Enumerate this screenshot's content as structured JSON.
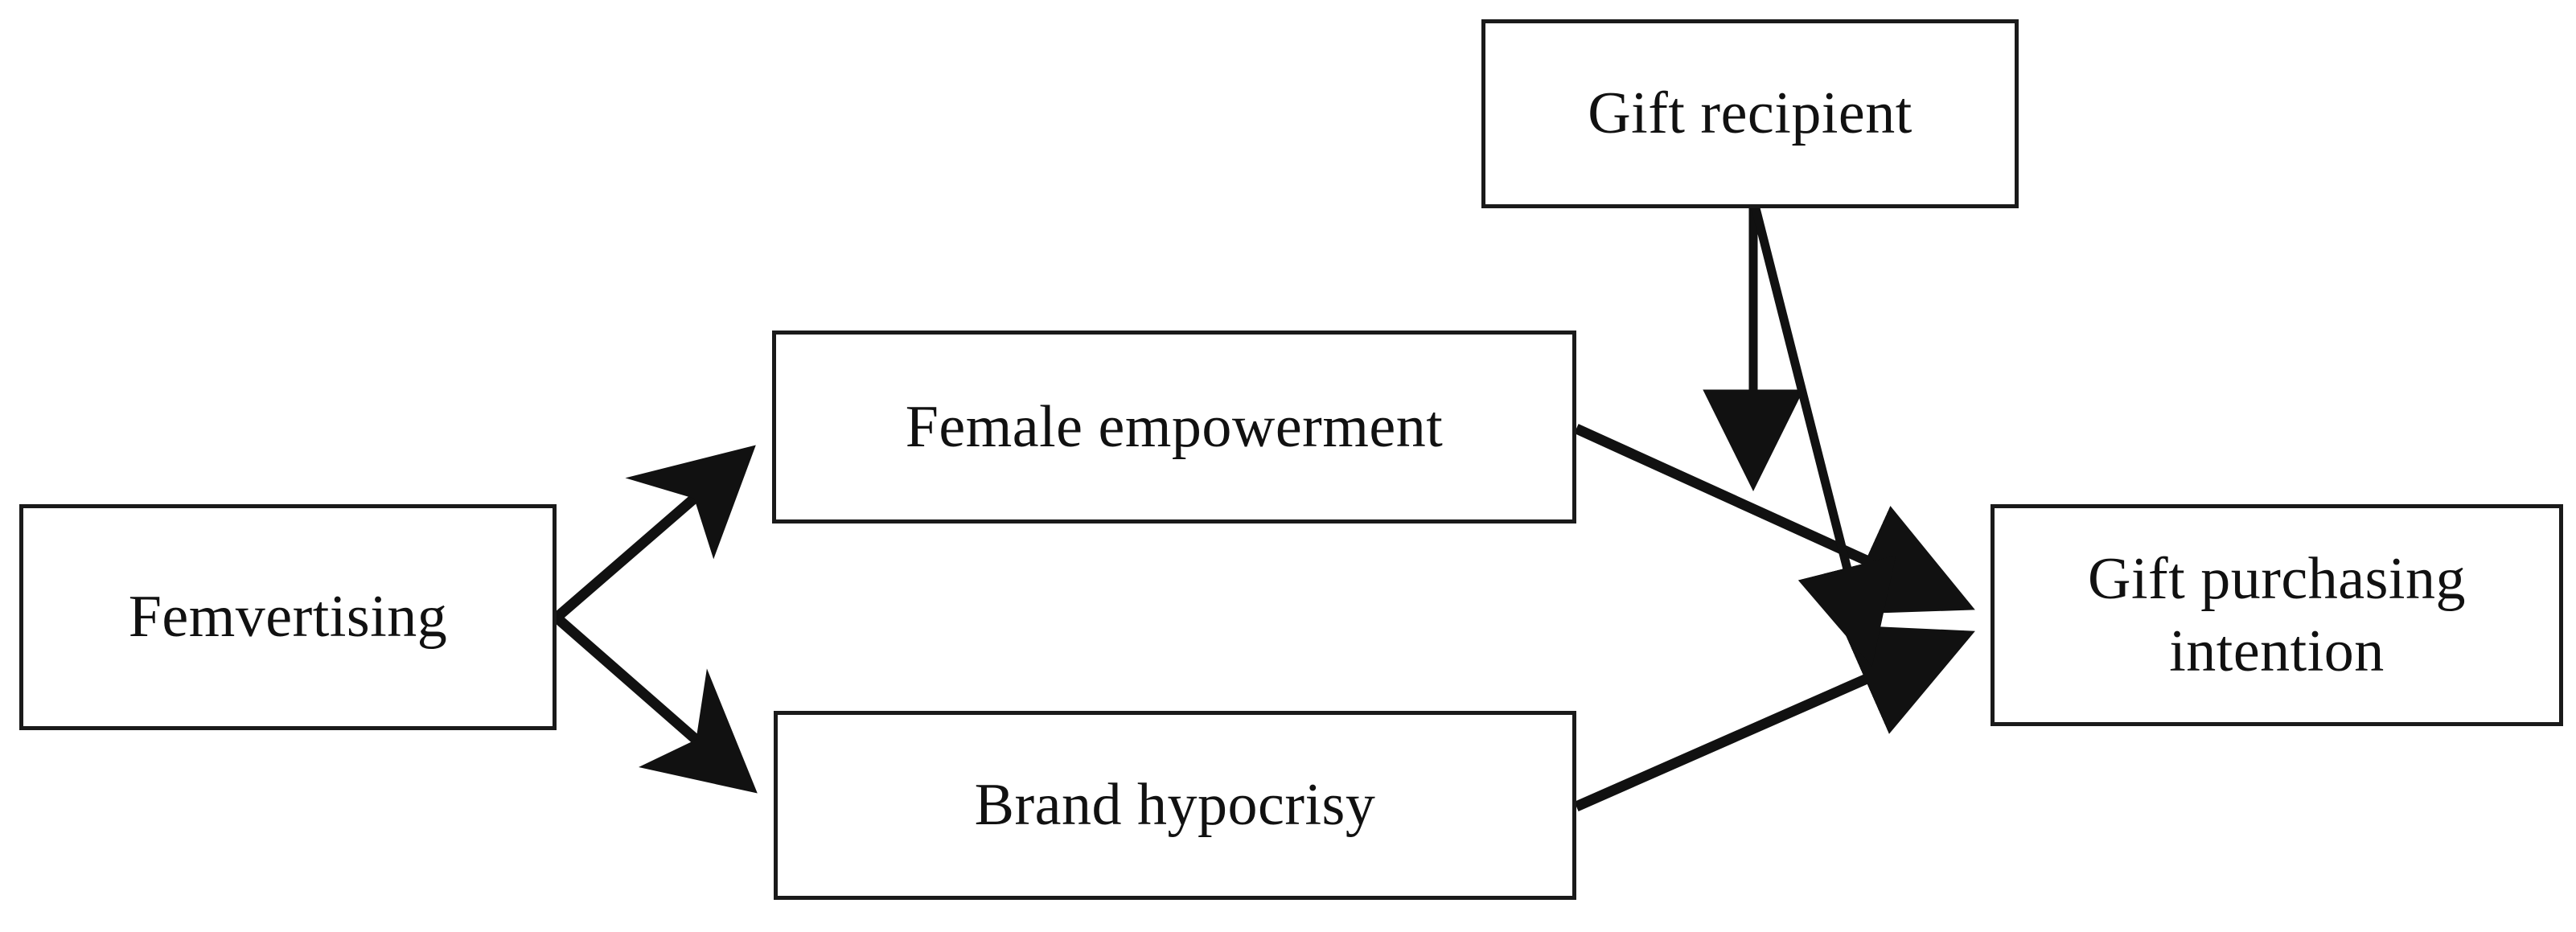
{
  "diagram": {
    "type": "conceptual-research-model",
    "background_color": "#ffffff",
    "line_color": "#111111",
    "nodes": [
      {
        "id": "femvertising",
        "label": "Femvertising"
      },
      {
        "id": "female_empowerment",
        "label": "Female empowerment"
      },
      {
        "id": "brand_hypocrisy",
        "label": "Brand hypocrisy"
      },
      {
        "id": "gift_recipient",
        "label": "Gift recipient"
      },
      {
        "id": "gift_purchasing_intention",
        "label": "Gift purchasing\nintention"
      }
    ],
    "edges": [
      {
        "id": "e1",
        "from": "femvertising",
        "to": "female_empowerment",
        "style": "solid",
        "arrow": "open"
      },
      {
        "id": "e2",
        "from": "femvertising",
        "to": "brand_hypocrisy",
        "style": "solid",
        "arrow": "open"
      },
      {
        "id": "e3",
        "from": "female_empowerment",
        "to": "gift_purchasing_intention",
        "style": "solid",
        "arrow": "filled"
      },
      {
        "id": "e4",
        "from": "brand_hypocrisy",
        "to": "gift_purchasing_intention",
        "style": "solid",
        "arrow": "filled"
      },
      {
        "id": "e5",
        "from": "gift_recipient",
        "to": "e3",
        "style": "solid",
        "arrow": "filled",
        "role": "moderator"
      },
      {
        "id": "e6",
        "from": "gift_recipient",
        "to": "e4",
        "style": "solid",
        "arrow": "filled",
        "role": "moderator"
      }
    ]
  }
}
